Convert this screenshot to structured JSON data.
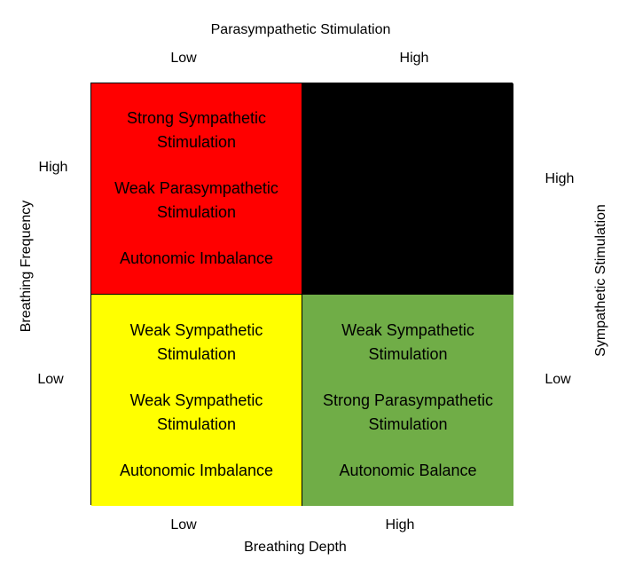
{
  "top_axis": {
    "title": "Parasympathetic Stimulation",
    "low": "Low",
    "high": "High"
  },
  "bottom_axis": {
    "title": "Breathing Depth",
    "low": "Low",
    "high": "High"
  },
  "left_axis": {
    "title": "Breathing Frequency",
    "high": "High",
    "low": "Low"
  },
  "right_axis": {
    "title": "Sympathetic Stimulation",
    "high": "High",
    "low": "Low"
  },
  "quadrants": {
    "top_left": {
      "color": "#ff0000",
      "lines": [
        [
          "Strong Sympathetic",
          "Stimulation"
        ],
        [
          "Weak Parasympathetic",
          "Stimulation"
        ],
        [
          "Autonomic Imbalance"
        ]
      ]
    },
    "top_right": {
      "color": "#000000"
    },
    "bottom_left": {
      "color": "#ffff00",
      "lines": [
        [
          "Weak Sympathetic",
          "Stimulation"
        ],
        [
          "Weak Sympathetic",
          "Stimulation"
        ],
        [
          "Autonomic Imbalance"
        ]
      ]
    },
    "bottom_right": {
      "color": "#70ad47",
      "lines": [
        [
          "Weak Sympathetic",
          "Stimulation"
        ],
        [
          "Strong Parasympathetic",
          "Stimulation"
        ],
        [
          "Autonomic Balance"
        ]
      ]
    }
  }
}
